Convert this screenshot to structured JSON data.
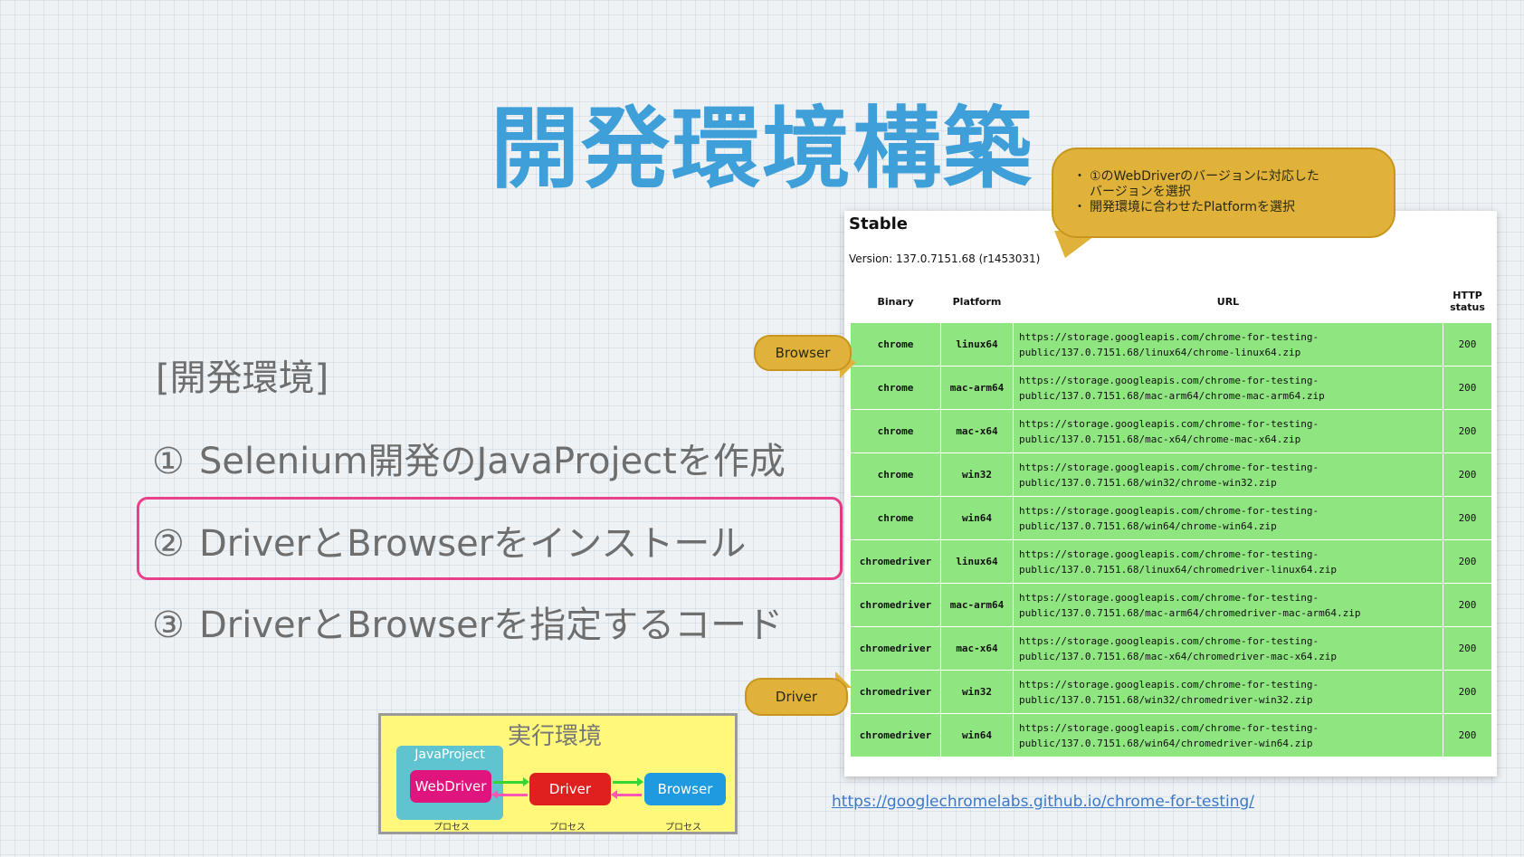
{
  "title": "開発環境構築",
  "left_panel": {
    "heading": "[開発環境]",
    "steps": [
      {
        "num": "①",
        "text": "Selenium開発のJavaProjectを作成"
      },
      {
        "num": "②",
        "text": "DriverとBrowserをインストール"
      },
      {
        "num": "③",
        "text": "DriverとBrowserを指定するコード"
      }
    ]
  },
  "diagram": {
    "title": "実行環境",
    "java_project": "JavaProject",
    "webdriver": "WebDriver",
    "driver": "Driver",
    "browser": "Browser",
    "process_label": "プロセス"
  },
  "callouts": {
    "note_lines": [
      "①のWebDriverのバージョンに対応した\nバージョンを選択",
      "開発環境に合わせたPlatformを選択"
    ],
    "browser": "Browser",
    "driver": "Driver"
  },
  "table": {
    "heading": "Stable",
    "version": "Version: 137.0.7151.68 (r1453031)",
    "headers": {
      "binary": "Binary",
      "platform": "Platform",
      "url": "URL",
      "status": "HTTP status"
    },
    "rows": [
      {
        "binary": "chrome",
        "platform": "linux64",
        "url_1": "https://storage.googleapis.com/chrome-for-testing-",
        "url_2": "public/137.0.7151.68/linux64/chrome-linux64.zip",
        "status": "200"
      },
      {
        "binary": "chrome",
        "platform": "mac-arm64",
        "url_1": "https://storage.googleapis.com/chrome-for-testing-",
        "url_2": "public/137.0.7151.68/mac-arm64/chrome-mac-arm64.zip",
        "status": "200"
      },
      {
        "binary": "chrome",
        "platform": "mac-x64",
        "url_1": "https://storage.googleapis.com/chrome-for-testing-",
        "url_2": "public/137.0.7151.68/mac-x64/chrome-mac-x64.zip",
        "status": "200"
      },
      {
        "binary": "chrome",
        "platform": "win32",
        "url_1": "https://storage.googleapis.com/chrome-for-testing-",
        "url_2": "public/137.0.7151.68/win32/chrome-win32.zip",
        "status": "200"
      },
      {
        "binary": "chrome",
        "platform": "win64",
        "url_1": "https://storage.googleapis.com/chrome-for-testing-",
        "url_2": "public/137.0.7151.68/win64/chrome-win64.zip",
        "status": "200"
      },
      {
        "binary": "chromedriver",
        "platform": "linux64",
        "url_1": "https://storage.googleapis.com/chrome-for-testing-",
        "url_2": "public/137.0.7151.68/linux64/chromedriver-linux64.zip",
        "status": "200"
      },
      {
        "binary": "chromedriver",
        "platform": "mac-arm64",
        "url_1": "https://storage.googleapis.com/chrome-for-testing-",
        "url_2": "public/137.0.7151.68/mac-arm64/chromedriver-mac-arm64.zip",
        "status": "200"
      },
      {
        "binary": "chromedriver",
        "platform": "mac-x64",
        "url_1": "https://storage.googleapis.com/chrome-for-testing-",
        "url_2": "public/137.0.7151.68/mac-x64/chromedriver-mac-x64.zip",
        "status": "200"
      },
      {
        "binary": "chromedriver",
        "platform": "win32",
        "url_1": "https://storage.googleapis.com/chrome-for-testing-",
        "url_2": "public/137.0.7151.68/win32/chromedriver-win32.zip",
        "status": "200"
      },
      {
        "binary": "chromedriver",
        "platform": "win64",
        "url_1": "https://storage.googleapis.com/chrome-for-testing-",
        "url_2": "public/137.0.7151.68/win64/chromedriver-win64.zip",
        "status": "200"
      }
    ]
  },
  "link": "https://googlechromelabs.github.io/chrome-for-testing/",
  "colors": {
    "title": "#3f9fd8",
    "highlight": "#e8408a",
    "table_row": "#8fe57f",
    "callout": "#e0b23a"
  }
}
